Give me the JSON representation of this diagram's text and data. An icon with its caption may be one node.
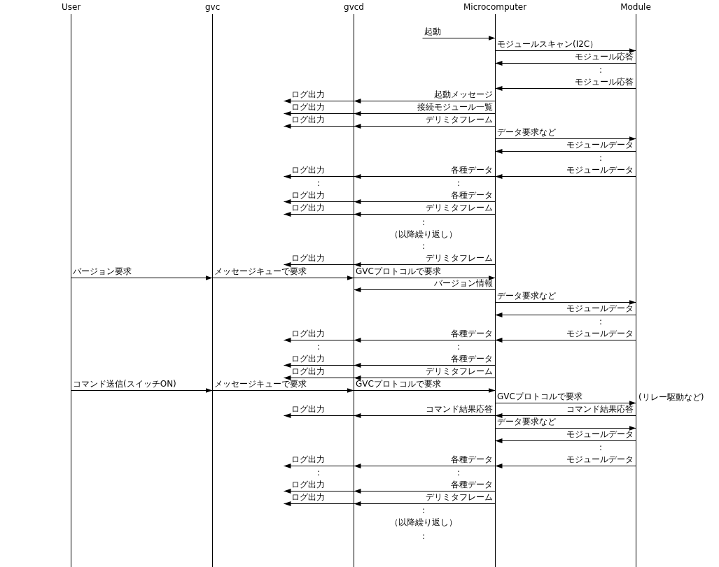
{
  "diagram": {
    "nodes": [
      {
        "text": [
          "User"
        ]
      },
      {
        "text": [
          "gvc"
        ]
      },
      {
        "text": [
          "gvcd"
        ]
      },
      {
        "text": [
          "Microcomputer"
        ]
      },
      {
        "text": [
          "Module"
        ]
      }
    ],
    "edges": [
      {
        "from": null,
        "to": 3,
        "arrow": "to",
        "label": "起動"
      },
      {
        "from": 3,
        "to": 4,
        "arrow": "to",
        "label": "モジュールスキャン(I2C）"
      },
      {
        "from": 4,
        "to": 3,
        "arrow": "to",
        "label": "モジュール応答"
      },
      {
        "from": 4,
        "to": 3,
        "arrow": "to",
        "label": "モジュール応答"
      },
      {
        "from": 2,
        "to": null,
        "arrow": "to",
        "label": "ログ出力"
      },
      {
        "from": 3,
        "to": 2,
        "arrow": "to",
        "label": "起動メッセージ"
      },
      {
        "from": 2,
        "to": null,
        "arrow": "to",
        "label": "ログ出力"
      },
      {
        "from": 3,
        "to": 2,
        "arrow": "to",
        "label": "接続モジュール一覧"
      },
      {
        "from": 2,
        "to": null,
        "arrow": "to",
        "label": "ログ出力"
      },
      {
        "from": 3,
        "to": 2,
        "arrow": "to",
        "label": "デリミタフレーム"
      },
      {
        "from": 3,
        "to": 4,
        "arrow": "to",
        "label": "データ要求など"
      },
      {
        "from": 4,
        "to": 3,
        "arrow": "to",
        "label": "モジュールデータ"
      },
      {
        "from": 2,
        "to": null,
        "arrow": "to",
        "label": "ログ出力"
      },
      {
        "from": 3,
        "to": 2,
        "arrow": "to",
        "label": "各種データ"
      },
      {
        "from": 4,
        "to": 3,
        "arrow": "to",
        "label": "モジュールデータ"
      },
      {
        "from": 2,
        "to": null,
        "arrow": "to",
        "label": "ログ出力"
      },
      {
        "from": 3,
        "to": 2,
        "arrow": "to",
        "label": "各種データ"
      },
      {
        "from": 2,
        "to": null,
        "arrow": "to",
        "label": "ログ出力"
      },
      {
        "from": 3,
        "to": 2,
        "arrow": "to",
        "label": "デリミタフレーム"
      },
      {
        "from": 2,
        "to": null,
        "arrow": "to",
        "label": "ログ出力"
      },
      {
        "from": 3,
        "to": 2,
        "arrow": "to",
        "label": "デリミタフレーム"
      },
      {
        "from": 0,
        "to": 1,
        "arrow": "to",
        "label": "バージョン要求"
      },
      {
        "from": 1,
        "to": 2,
        "arrow": "to",
        "label": "メッセージキューで要求"
      },
      {
        "from": 2,
        "to": 3,
        "arrow": "to",
        "label": "GVCプロトコルで要求"
      },
      {
        "from": 3,
        "to": 2,
        "arrow": "to",
        "label": "バージョン情報"
      },
      {
        "from": 3,
        "to": 4,
        "arrow": "to",
        "label": "データ要求など"
      },
      {
        "from": 4,
        "to": 3,
        "arrow": "to",
        "label": "モジュールデータ"
      },
      {
        "from": 2,
        "to": null,
        "arrow": "to",
        "label": "ログ出力"
      },
      {
        "from": 3,
        "to": 2,
        "arrow": "to",
        "label": "各種データ"
      },
      {
        "from": 4,
        "to": 3,
        "arrow": "to",
        "label": "モジュールデータ"
      },
      {
        "from": 2,
        "to": null,
        "arrow": "to",
        "label": "ログ出力"
      },
      {
        "from": 3,
        "to": 2,
        "arrow": "to",
        "label": "各種データ"
      },
      {
        "from": 2,
        "to": null,
        "arrow": "to",
        "label": "ログ出力"
      },
      {
        "from": 3,
        "to": 2,
        "arrow": "to",
        "label": "デリミタフレーム"
      },
      {
        "from": 0,
        "to": 1,
        "arrow": "to",
        "label": "コマンド送信(スイッチON)"
      },
      {
        "from": 1,
        "to": 2,
        "arrow": "to",
        "label": "メッセージキューで要求"
      },
      {
        "from": 2,
        "to": 3,
        "arrow": "to",
        "label": "GVCプロトコルで要求"
      },
      {
        "from": 3,
        "to": 4,
        "arrow": "to",
        "label": "GVCプロトコルで要求"
      },
      {
        "from": 2,
        "to": null,
        "arrow": "to",
        "label": "ログ出力"
      },
      {
        "from": 3,
        "to": 2,
        "arrow": "to",
        "label": "コマンド結果応答"
      },
      {
        "from": 4,
        "to": 3,
        "arrow": "to",
        "label": "コマンド結果応答"
      },
      {
        "from": 3,
        "to": 4,
        "arrow": "to",
        "label": "データ要求など"
      },
      {
        "from": 4,
        "to": 3,
        "arrow": "to",
        "label": "モジュールデータ"
      },
      {
        "from": 2,
        "to": null,
        "arrow": "to",
        "label": "ログ出力"
      },
      {
        "from": 3,
        "to": 2,
        "arrow": "to",
        "label": "各種データ"
      },
      {
        "from": 4,
        "to": 3,
        "arrow": "to",
        "label": "モジュールデータ"
      },
      {
        "from": 2,
        "to": null,
        "arrow": "to",
        "label": "ログ出力"
      },
      {
        "from": 3,
        "to": 2,
        "arrow": "to",
        "label": "各種データ"
      },
      {
        "from": 2,
        "to": null,
        "arrow": "to",
        "label": "ログ出力"
      },
      {
        "from": 3,
        "to": 2,
        "arrow": "to",
        "label": "デリミタフレーム"
      }
    ],
    "labels": [
      ":",
      ":",
      ":",
      ":",
      ":",
      "（以降繰り返し）",
      ":",
      ":",
      ":",
      ":",
      "(リレー駆動など)",
      ":",
      ":",
      ":",
      ":",
      "（以降繰り返し）",
      ":"
    ]
  }
}
